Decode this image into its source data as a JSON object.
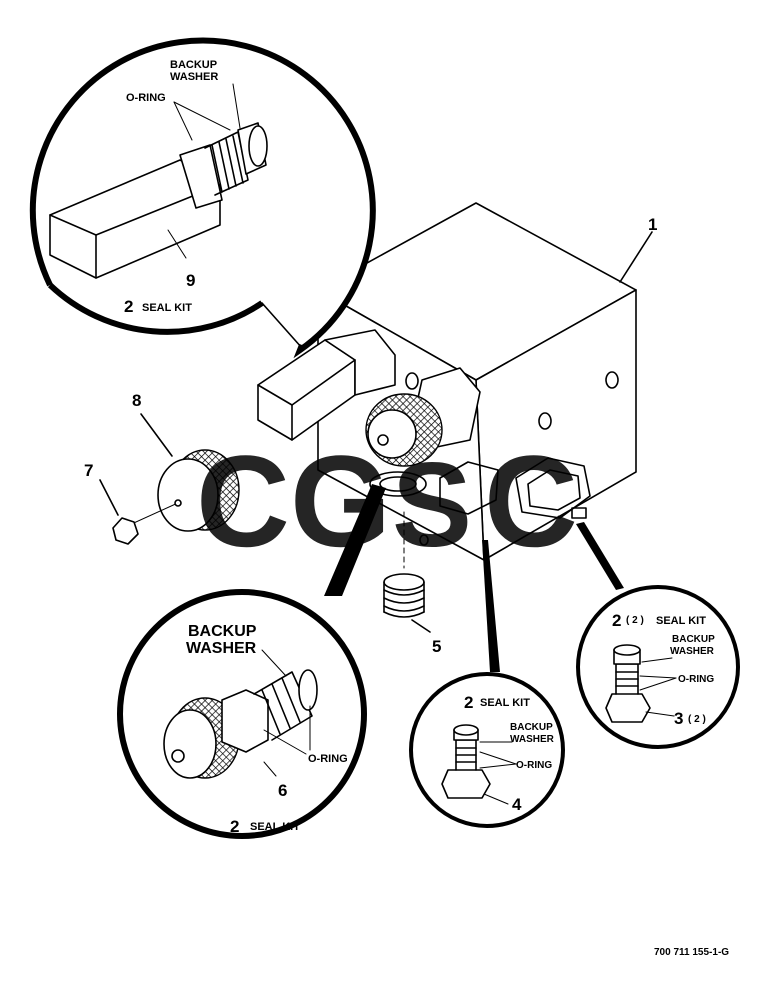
{
  "callouts": {
    "one": "1",
    "three": "3",
    "three_qty": "( 2 )",
    "four": "4",
    "five": "5",
    "six": "6",
    "seven": "7",
    "eight": "8",
    "nine": "9"
  },
  "top_detail": {
    "backup_line1": "BACKUP",
    "backup_line2": "WASHER",
    "oring": "O-RING",
    "seal_num": "2",
    "seal_text": "SEAL KIT"
  },
  "left_detail": {
    "backup_line1": "BACKUP",
    "backup_line2": "WASHER",
    "oring": "O-RING",
    "seal_num": "2",
    "seal_text": "SEAL KIT"
  },
  "mid_detail": {
    "seal_num": "2",
    "seal_text": "SEAL KIT",
    "backup_line1": "BACKUP",
    "backup_line2": "WASHER",
    "oring": "O-RING"
  },
  "right_detail": {
    "seal_num": "2",
    "seal_qty": "( 2 )",
    "seal_text": "SEAL KIT",
    "backup_line1": "BACKUP",
    "backup_line2": "WASHER",
    "oring": "O-RING"
  },
  "watermark": {
    "letters": [
      "C",
      "G",
      "S",
      "C"
    ],
    "colors": [
      "#3b82f6",
      "#ef4444",
      "#facc15",
      "#16a34a"
    ]
  },
  "drawing_number": "700 711 155-1-G"
}
